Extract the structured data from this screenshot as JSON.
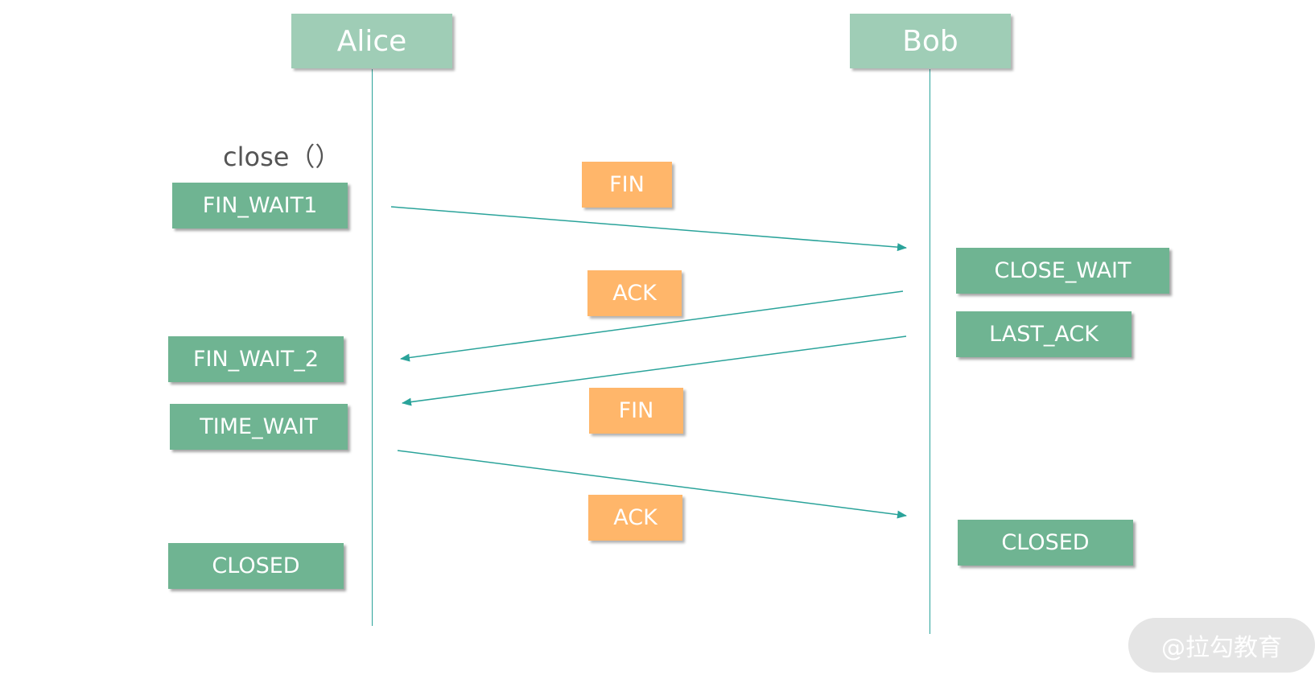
{
  "participants": {
    "alice": "Alice",
    "bob": "Bob"
  },
  "call": {
    "close": "close（）"
  },
  "alice_states": {
    "fin_wait1": "FIN_WAIT1",
    "fin_wait_2": "FIN_WAIT_2",
    "time_wait": "TIME_WAIT",
    "closed": "CLOSED"
  },
  "bob_states": {
    "close_wait": "CLOSE_WAIT",
    "last_ack": "LAST_ACK",
    "closed": "CLOSED"
  },
  "messages": {
    "fin_1": "FIN",
    "ack_1": "ACK",
    "fin_2": "FIN",
    "ack_2": "ACK"
  },
  "watermark": "@拉勾教育",
  "colors": {
    "participant": "#9fcdb6",
    "state": "#6fb492",
    "message": "#ffb66a",
    "line": "#2aa39a"
  }
}
